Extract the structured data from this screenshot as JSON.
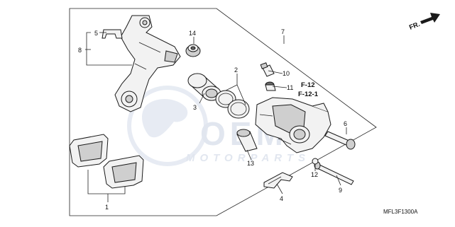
{
  "labels": {
    "l1": "1",
    "l2": "2",
    "l3": "3",
    "l4": "4",
    "l5": "5",
    "l6": "6",
    "l7": "7",
    "l8": "8",
    "l9": "9",
    "l10": "10",
    "l11": "11",
    "l12": "12",
    "l13": "13",
    "l14": "14"
  },
  "refs": {
    "f12": "F-12",
    "f121": "F-12-1"
  },
  "direction": "FR.",
  "diagram_code": "MFL3F1300A",
  "watermark": {
    "main": "OEM",
    "sub": "MOTORPARTS"
  },
  "colors": {
    "line": "#222222",
    "watermark": "#c9d3e3"
  }
}
